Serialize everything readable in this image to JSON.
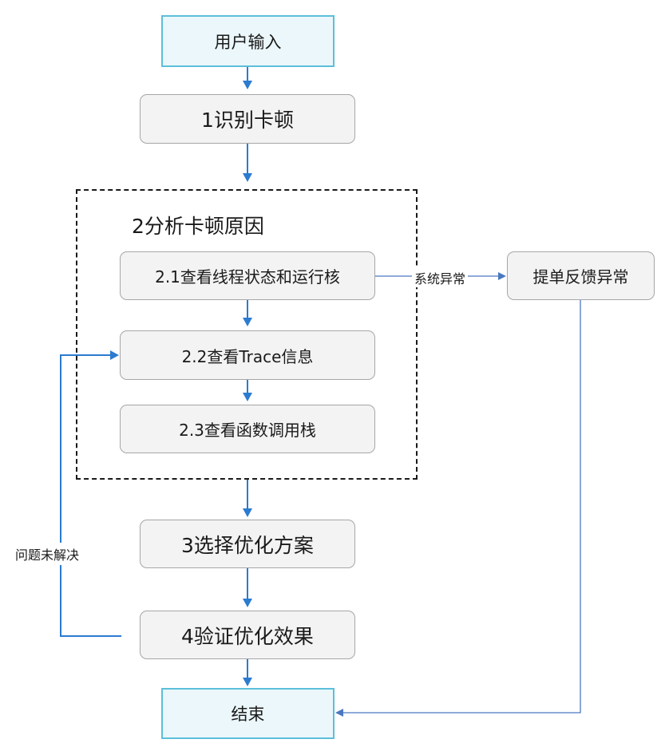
{
  "nodes": {
    "start": "用户输入",
    "step1": "1识别卡顿",
    "group_title": "2分析卡顿原因",
    "step2_1": "2.1查看线程状态和运行核",
    "step2_2": "2.2查看Trace信息",
    "step2_3": "2.3查看函数调用栈",
    "side": "提单反馈异常",
    "step3": "3选择优化方案",
    "step4": "4验证优化效果",
    "end": "结束"
  },
  "edge_labels": {
    "system_error": "系统异常",
    "unresolved": "问题未解决"
  },
  "colors": {
    "terminal_fill": "#ebf7fb",
    "terminal_border": "#5cbfd9",
    "process_fill": "#f3f3f3",
    "process_border": "#a6a6a6",
    "arrow": "#2b7bd0"
  }
}
